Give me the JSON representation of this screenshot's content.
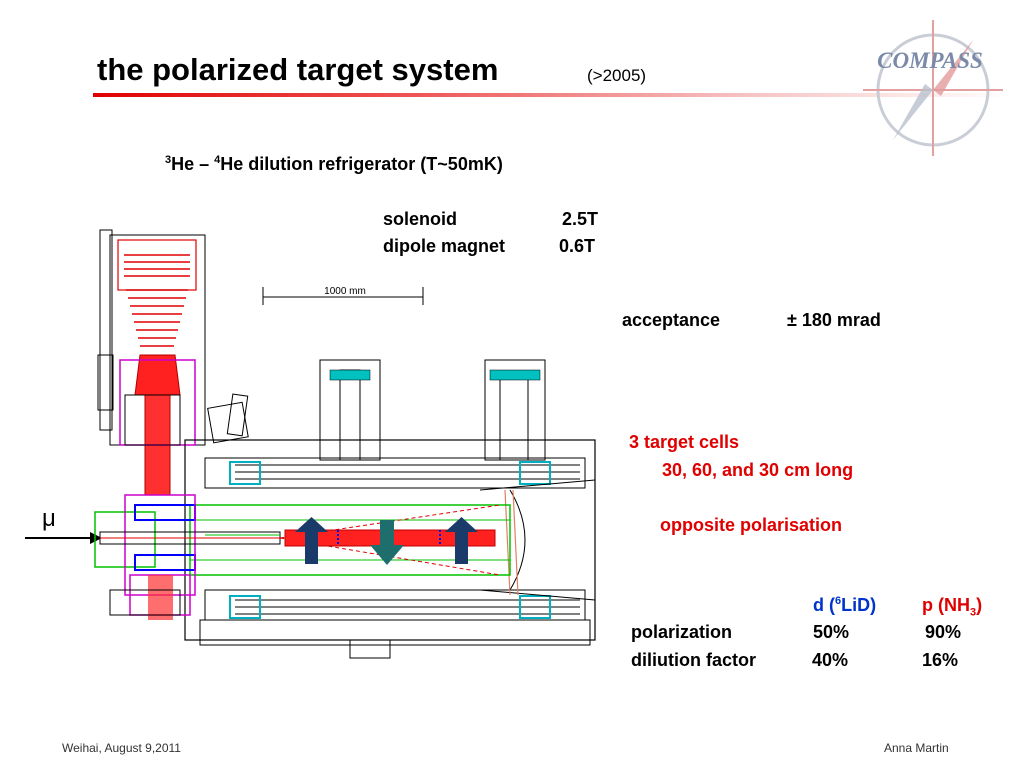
{
  "title": "the polarized target system",
  "subtitle": "(>2005)",
  "logo_text": "COMPASS",
  "refrigerator": {
    "iso1": "3",
    "part1": "He – ",
    "iso2": "4",
    "part2": "He dilution refrigerator (T~50mK)"
  },
  "magnets": [
    {
      "label": "solenoid",
      "value": "2.5T"
    },
    {
      "label": "dipole magnet",
      "value": "0.6T"
    }
  ],
  "scale_label": "1000 mm",
  "beam_symbol": "μ",
  "acceptance": {
    "label": "acceptance",
    "value": "± 180 mrad"
  },
  "target_cells": {
    "line1": "3 target cells",
    "line2": "30, 60, and 30 cm long",
    "line3": "opposite polarisation"
  },
  "materials": {
    "d_pre": "d (",
    "d_iso": "6",
    "d_post": "LiD)",
    "p_pre": "p (NH",
    "p_sub": "3",
    "p_post": ")"
  },
  "properties": [
    {
      "label": "polarization",
      "d": "50%",
      "p": "90%"
    },
    {
      "label": "diliution factor",
      "d": "40%",
      "p": "16%"
    }
  ],
  "footer": {
    "left": "Weihai, August 9,2011",
    "right": "Anna Martin"
  },
  "colors": {
    "accent_red": "#e00000",
    "accent_blue": "#0033cc",
    "arrow_blue": "#1a3a6a",
    "arrow_teal": "#1f6e6e"
  }
}
